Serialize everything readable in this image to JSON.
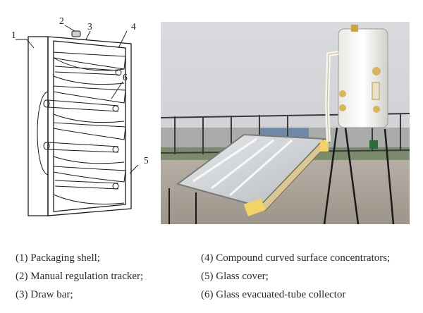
{
  "diagram": {
    "callouts": [
      "1",
      "2",
      "3",
      "4",
      "5",
      "6"
    ]
  },
  "legend": {
    "left": [
      "(1) Packaging shell;",
      "(2) Manual regulation tracker;",
      "(3) Draw bar;"
    ],
    "right": [
      "(4) Compound curved surface concentrators;",
      "(5) Glass cover;",
      "(6) Glass evacuated-tube collector"
    ]
  }
}
